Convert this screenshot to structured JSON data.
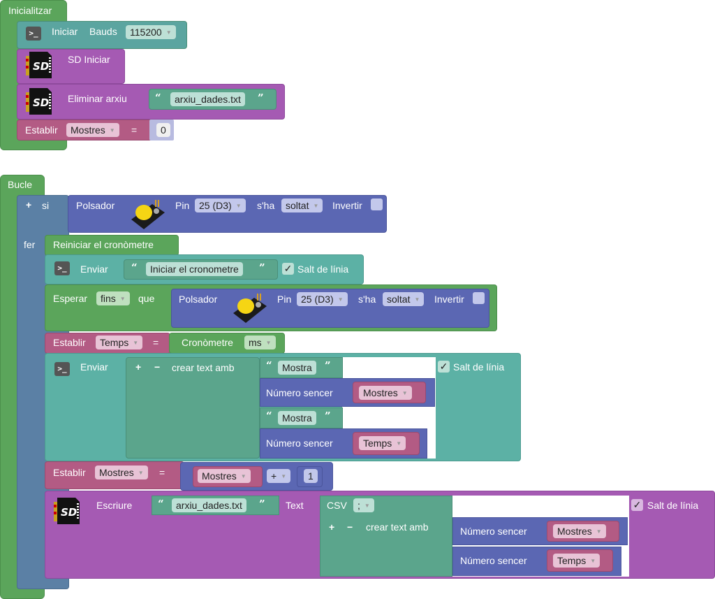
{
  "init": {
    "title": "Inicialitzar",
    "serial": {
      "label": "Iniciar",
      "bauds_label": "Bauds",
      "bauds_value": "115200"
    },
    "sd_init": {
      "label": "SD Iniciar"
    },
    "delete_file": {
      "label": "Eliminar arxiu",
      "filename": "arxiu_dades.txt"
    },
    "set_var": {
      "label": "Establir",
      "var": "Mostres",
      "op": "=",
      "value": "0"
    }
  },
  "loop": {
    "title": "Bucle",
    "if": {
      "plus": "+",
      "si": "si",
      "fer": "fer",
      "button": {
        "label": "Polsador",
        "pin_label": "Pin",
        "pin": "25 (D3)",
        "state_label": "s'ha",
        "state": "soltat",
        "invert_label": "Invertir"
      }
    },
    "reset_timer": {
      "label": "Reiniciar el cronòmetre"
    },
    "send1": {
      "label": "Enviar",
      "text": "Iniciar el cronometre",
      "newline_label": "Salt de línia"
    },
    "wait": {
      "label": "Esperar",
      "mode": "fins",
      "que": "que",
      "button": {
        "label": "Polsador",
        "pin_label": "Pin",
        "pin": "25 (D3)",
        "state_label": "s'ha",
        "state": "soltat",
        "invert_label": "Invertir"
      }
    },
    "set_time": {
      "label": "Establir",
      "var": "Temps",
      "op": "=",
      "timer_label": "Cronòmetre",
      "unit": "ms"
    },
    "send2": {
      "label": "Enviar",
      "plus": "+",
      "minus": "−",
      "create_label": "crear text amb",
      "items": [
        {
          "type": "text",
          "value": "Mostra"
        },
        {
          "type": "int",
          "label": "Número sencer",
          "var": "Mostres"
        },
        {
          "type": "text",
          "value": "Mostra"
        },
        {
          "type": "int",
          "label": "Número sencer",
          "var": "Temps"
        }
      ],
      "newline_label": "Salt de línia"
    },
    "inc": {
      "label": "Establir",
      "var": "Mostres",
      "op": "=",
      "lhs": "Mostres",
      "operator": "+",
      "rhs": "1"
    },
    "write": {
      "label": "Escriure",
      "filename": "arxiu_dades.txt",
      "text_label": "Text",
      "csv_label": "CSV",
      "sep": ";",
      "plus": "+",
      "minus": "−",
      "create_label": "crear text amb",
      "items": [
        {
          "label": "Número sencer",
          "var": "Mostres"
        },
        {
          "label": "Número sencer",
          "var": "Temps"
        }
      ],
      "newline_label": "Salt de línia"
    }
  },
  "icons": {
    "terminal": ">_",
    "check": "✓",
    "dropdown": "▾",
    "open_quote": "“",
    "close_quote": "”"
  }
}
